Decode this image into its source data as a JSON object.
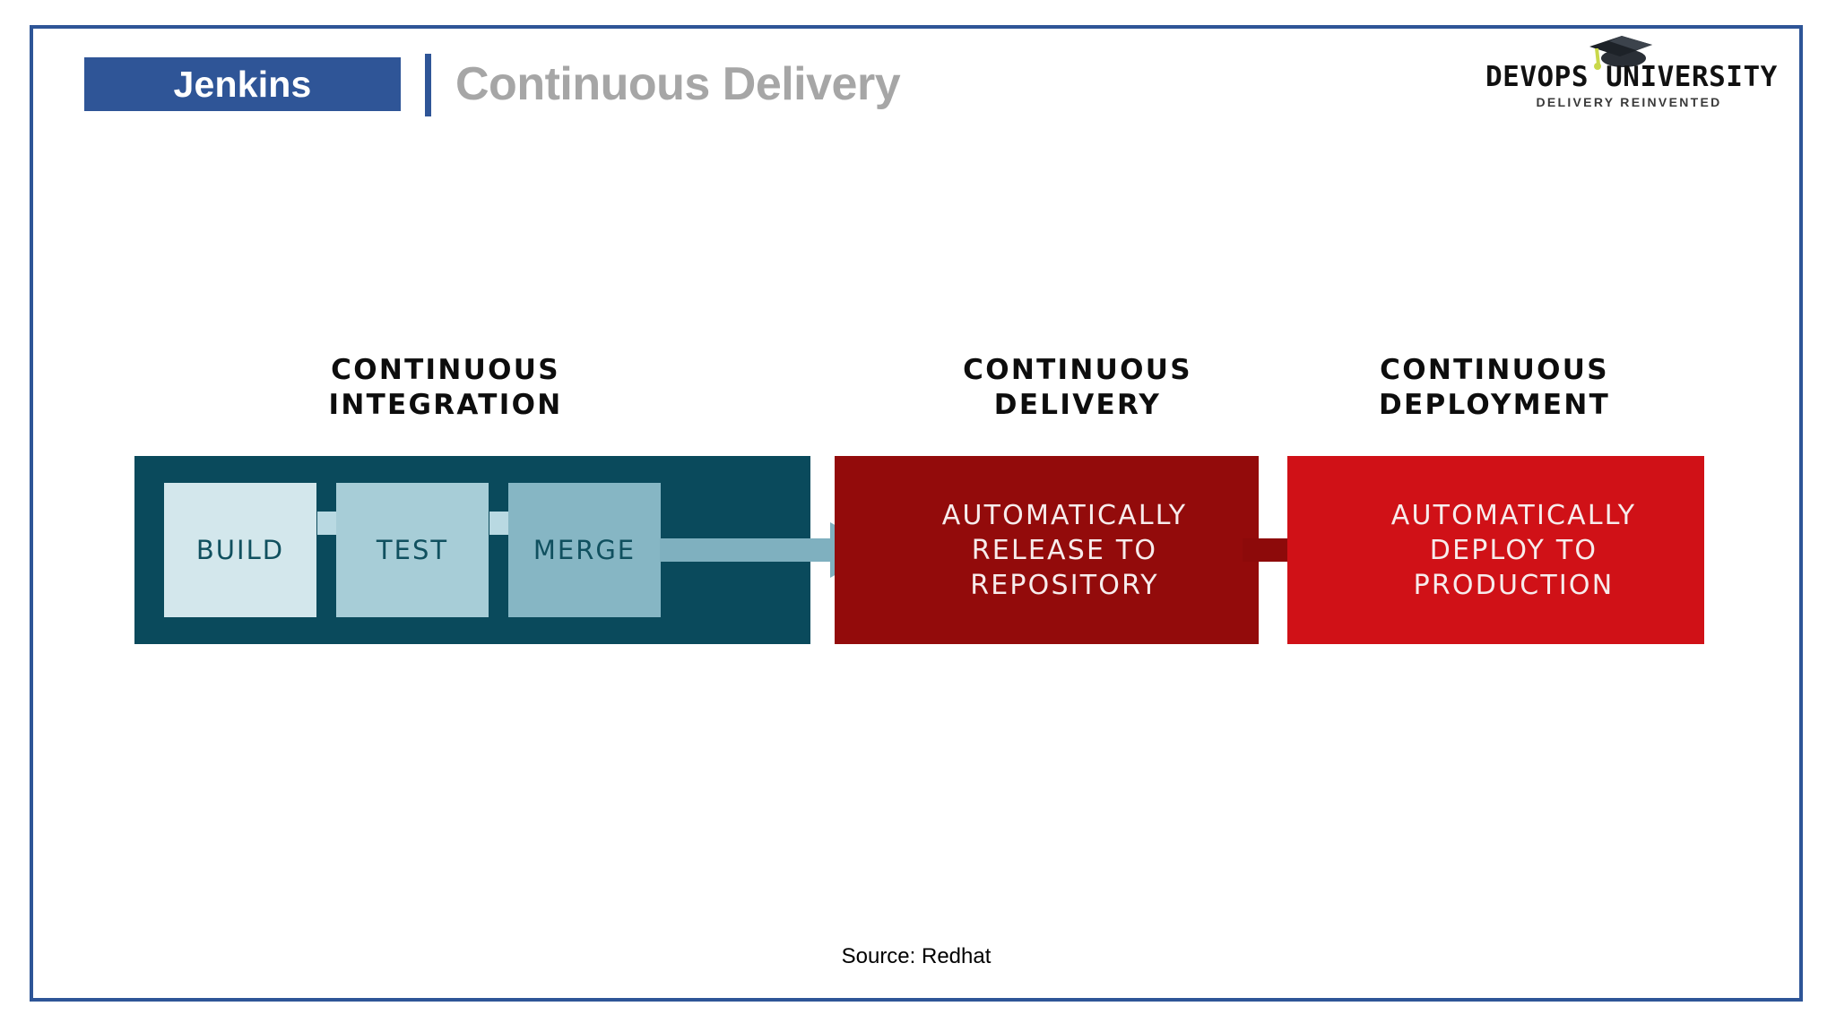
{
  "slide": {
    "border_color": "#2e5597",
    "background": "#ffffff"
  },
  "header": {
    "badge_label": "Jenkins",
    "badge_color": "#2f5597",
    "divider_color": "#2f5597",
    "title": "Continuous Delivery",
    "title_color": "#a6a6a6"
  },
  "brand": {
    "wordmark": "DEVOPS UNIVERSITY",
    "tagline": "DELIVERY REINVENTED",
    "cap_icon": "graduation-cap-icon"
  },
  "diagram": {
    "headings": {
      "ci": "CONTINUOUS\nINTEGRATION",
      "cd": "CONTINUOUS\nDELIVERY",
      "cdp": "CONTINUOUS\nDEPLOYMENT"
    },
    "panels": {
      "ci": {
        "color": "#0a4a5c",
        "boxes": [
          {
            "label": "BUILD",
            "color": "#d3e7ec"
          },
          {
            "label": "TEST",
            "color": "#a7cdd7"
          },
          {
            "label": "MERGE",
            "color": "#86b6c4"
          }
        ],
        "arrow_color": "#86b6c4"
      },
      "cd": {
        "color": "#930b0b",
        "text": "AUTOMATICALLY\nRELEASE TO\nREPOSITORY",
        "text_color": "#f7ecec"
      },
      "cdp": {
        "color": "#d01117",
        "text": "AUTOMATICALLY\nDEPLOY TO\nPRODUCTION",
        "text_color": "#f7ecec",
        "arrow_color": "#930b0b"
      }
    }
  },
  "footer": {
    "source": "Source: Redhat"
  }
}
